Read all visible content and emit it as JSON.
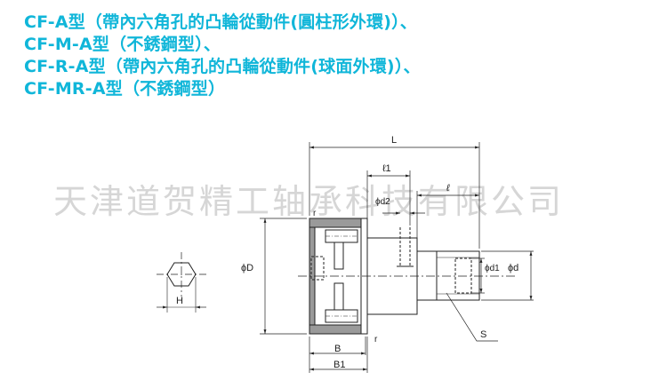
{
  "titles": [
    "CF-A型（帶內六角孔的凸輪從動件(圓柱形外環)）、",
    "CF-M-A型（不銹鋼型）、",
    "CF-R-A型（帶內六角孔的凸輪從動件(球面外環)）、",
    "CF-MR-A型（不銹鋼型）"
  ],
  "watermark": "天津道贺精工轴承科技有限公司",
  "colors": {
    "title": "#10b6d9",
    "line": "#222222",
    "fill": "#9a9a9a"
  },
  "diagram": {
    "L": "L",
    "l1": "ℓ1",
    "l": "ℓ",
    "od2": "ϕd2",
    "oD": "ϕD",
    "od1": "ϕd1",
    "od": "ϕd",
    "S": "S",
    "B": "B",
    "B1": "B1",
    "r_top": "r",
    "r_bottom": "r",
    "H": "H"
  }
}
